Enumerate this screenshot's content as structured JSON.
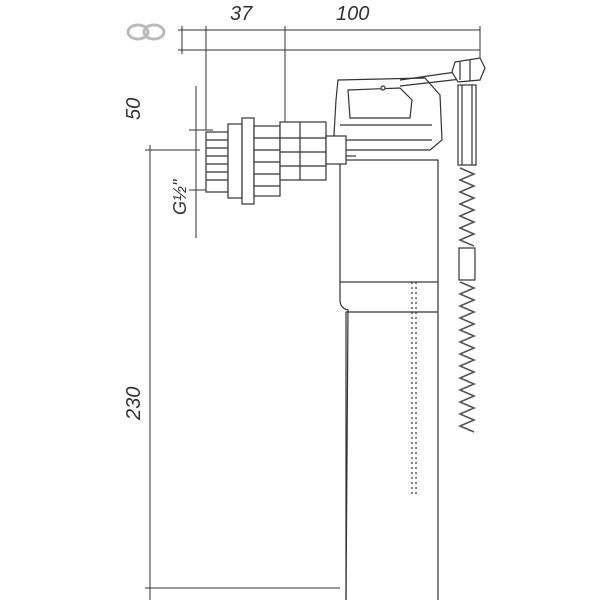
{
  "dimensions": {
    "top_left": "37",
    "top_right": "100",
    "left_upper": "50",
    "left_lower": "230",
    "thread": "G½\""
  },
  "icons": {
    "corner_symbol": "link-icon"
  },
  "colors": {
    "line": "#333333",
    "fill": "#ffffff",
    "chain": "#555555"
  }
}
